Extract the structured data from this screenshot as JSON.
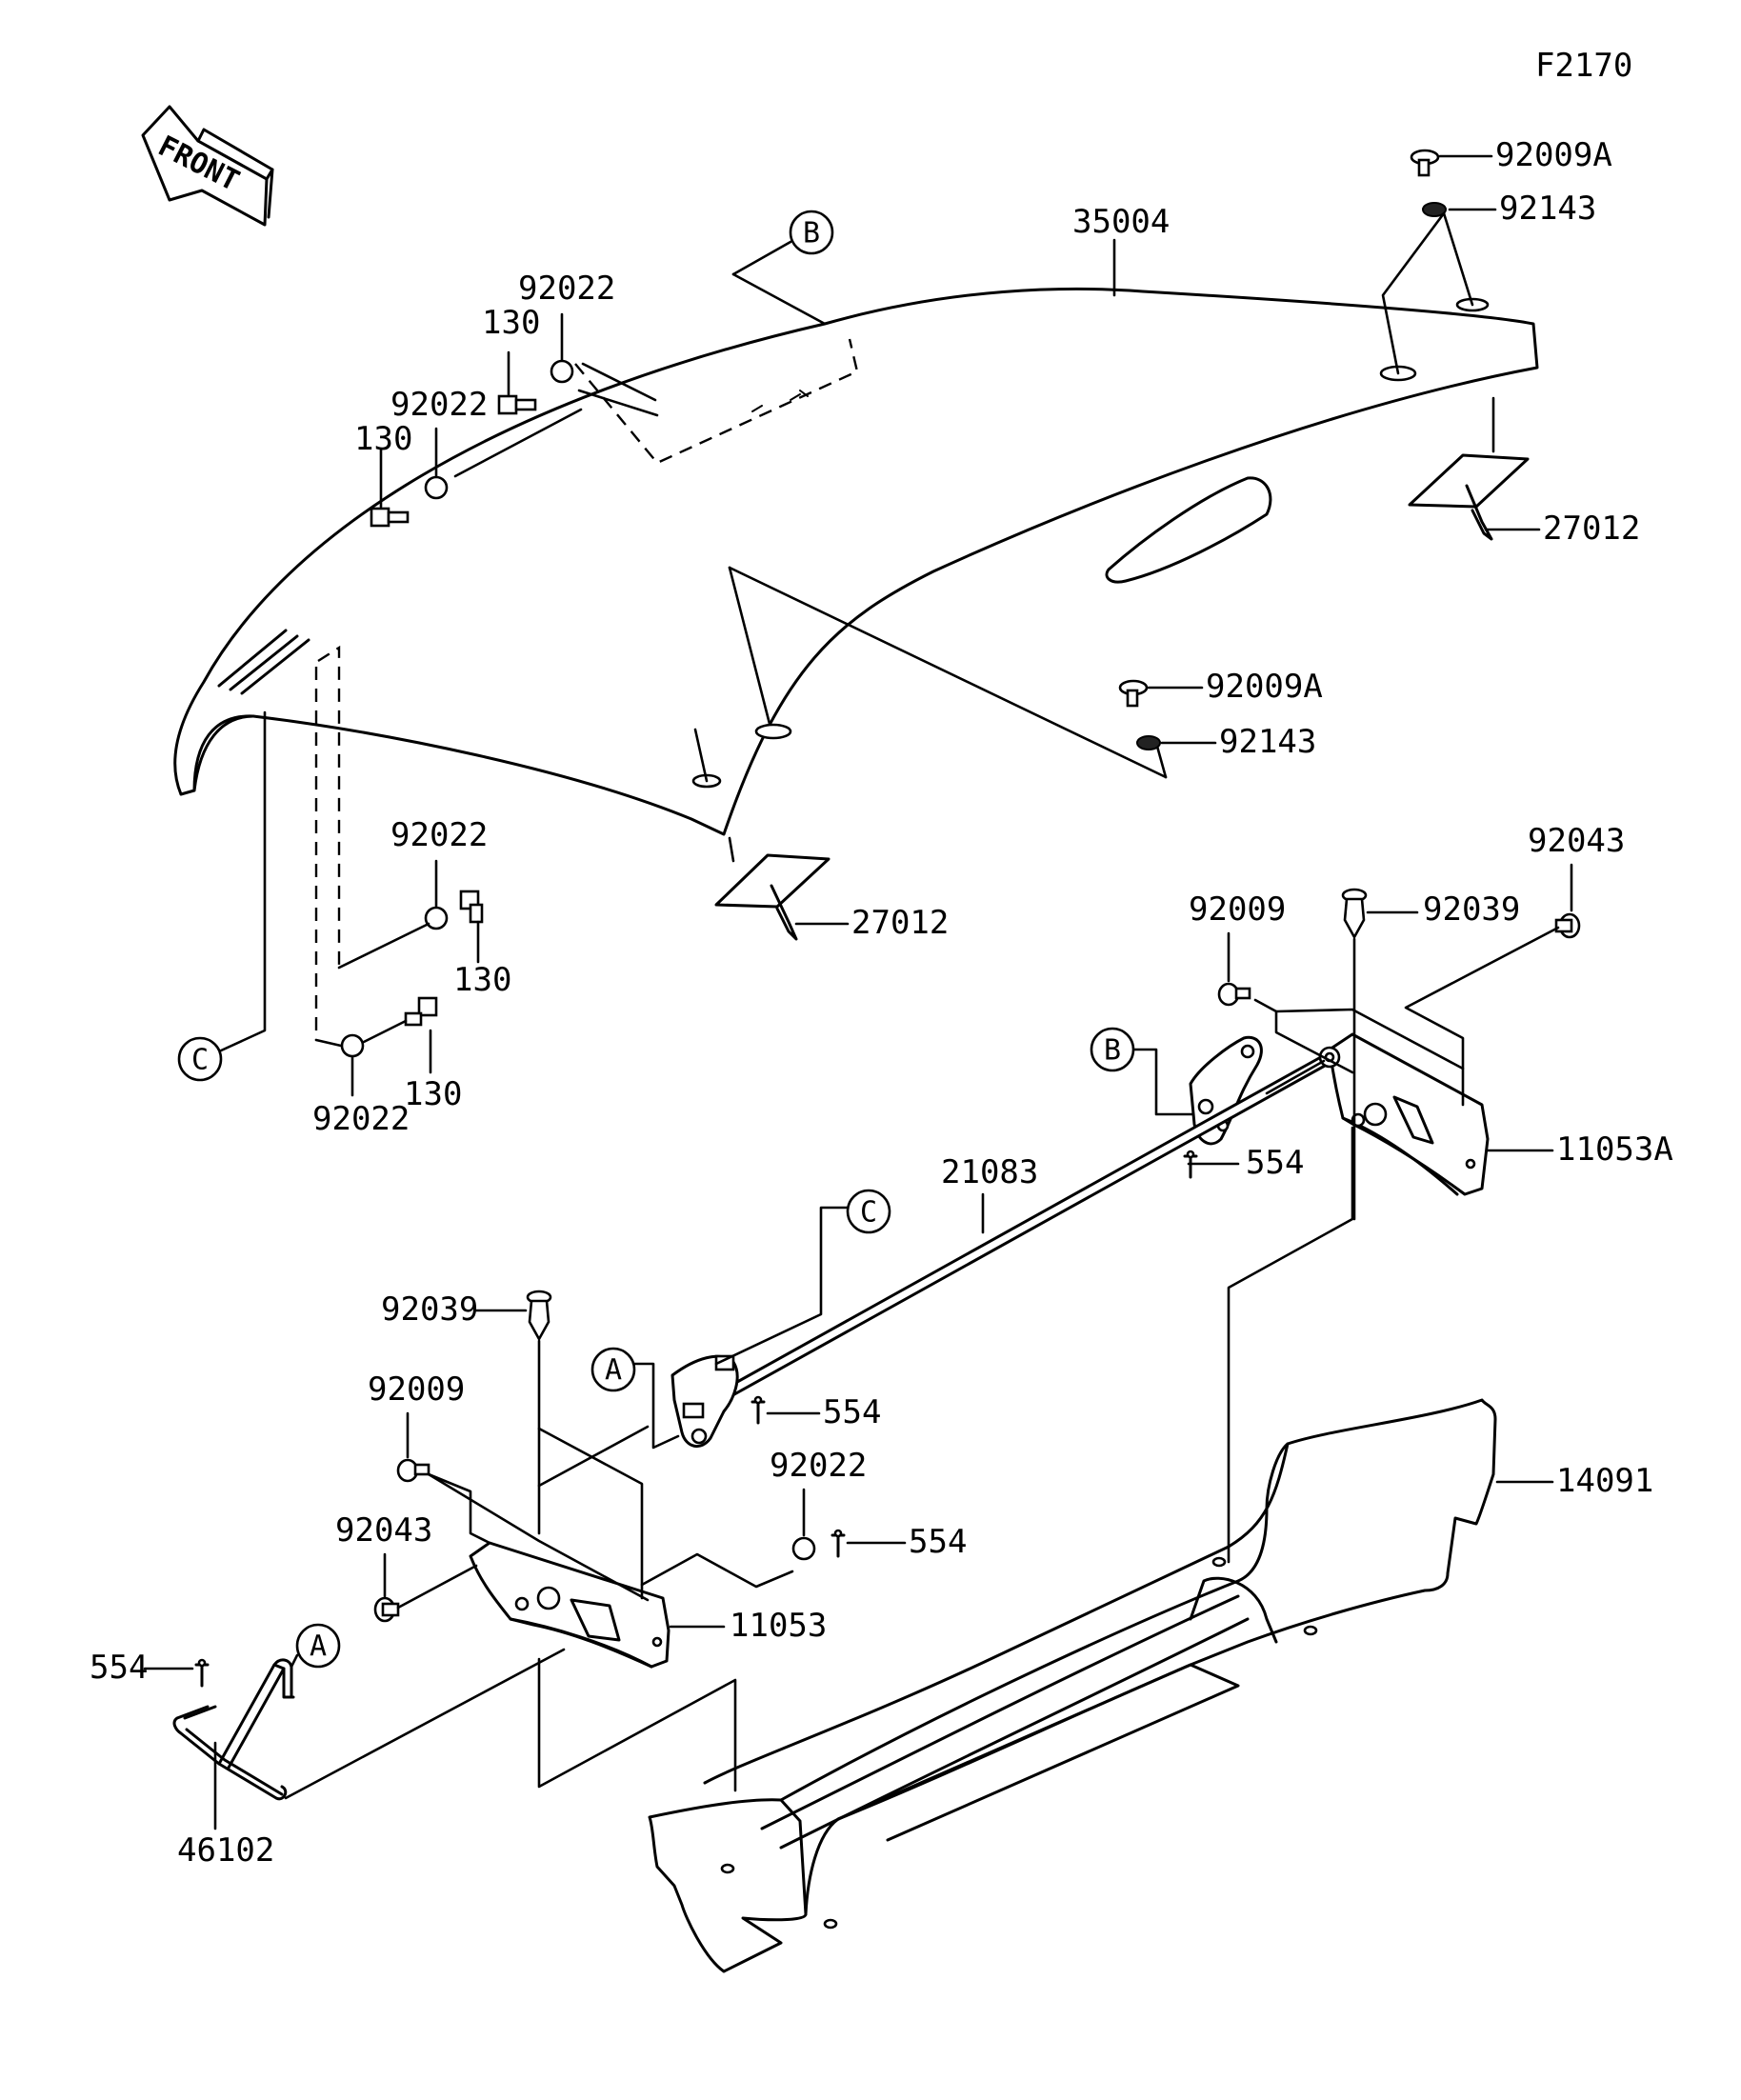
{
  "figure_code": "F2170",
  "front_label": "FRONT",
  "callouts": {
    "a": "A",
    "b": "B",
    "c": "C"
  },
  "parts": {
    "p35004": "35004",
    "p92009A": "92009A",
    "p92143": "92143",
    "p27012": "27012",
    "p92022": "92022",
    "p130": "130",
    "p92009": "92009",
    "p92039": "92039",
    "p92043": "92043",
    "p11053A": "11053A",
    "p11053": "11053",
    "p21083": "21083",
    "p554": "554",
    "p14091": "14091",
    "p46102": "46102"
  }
}
